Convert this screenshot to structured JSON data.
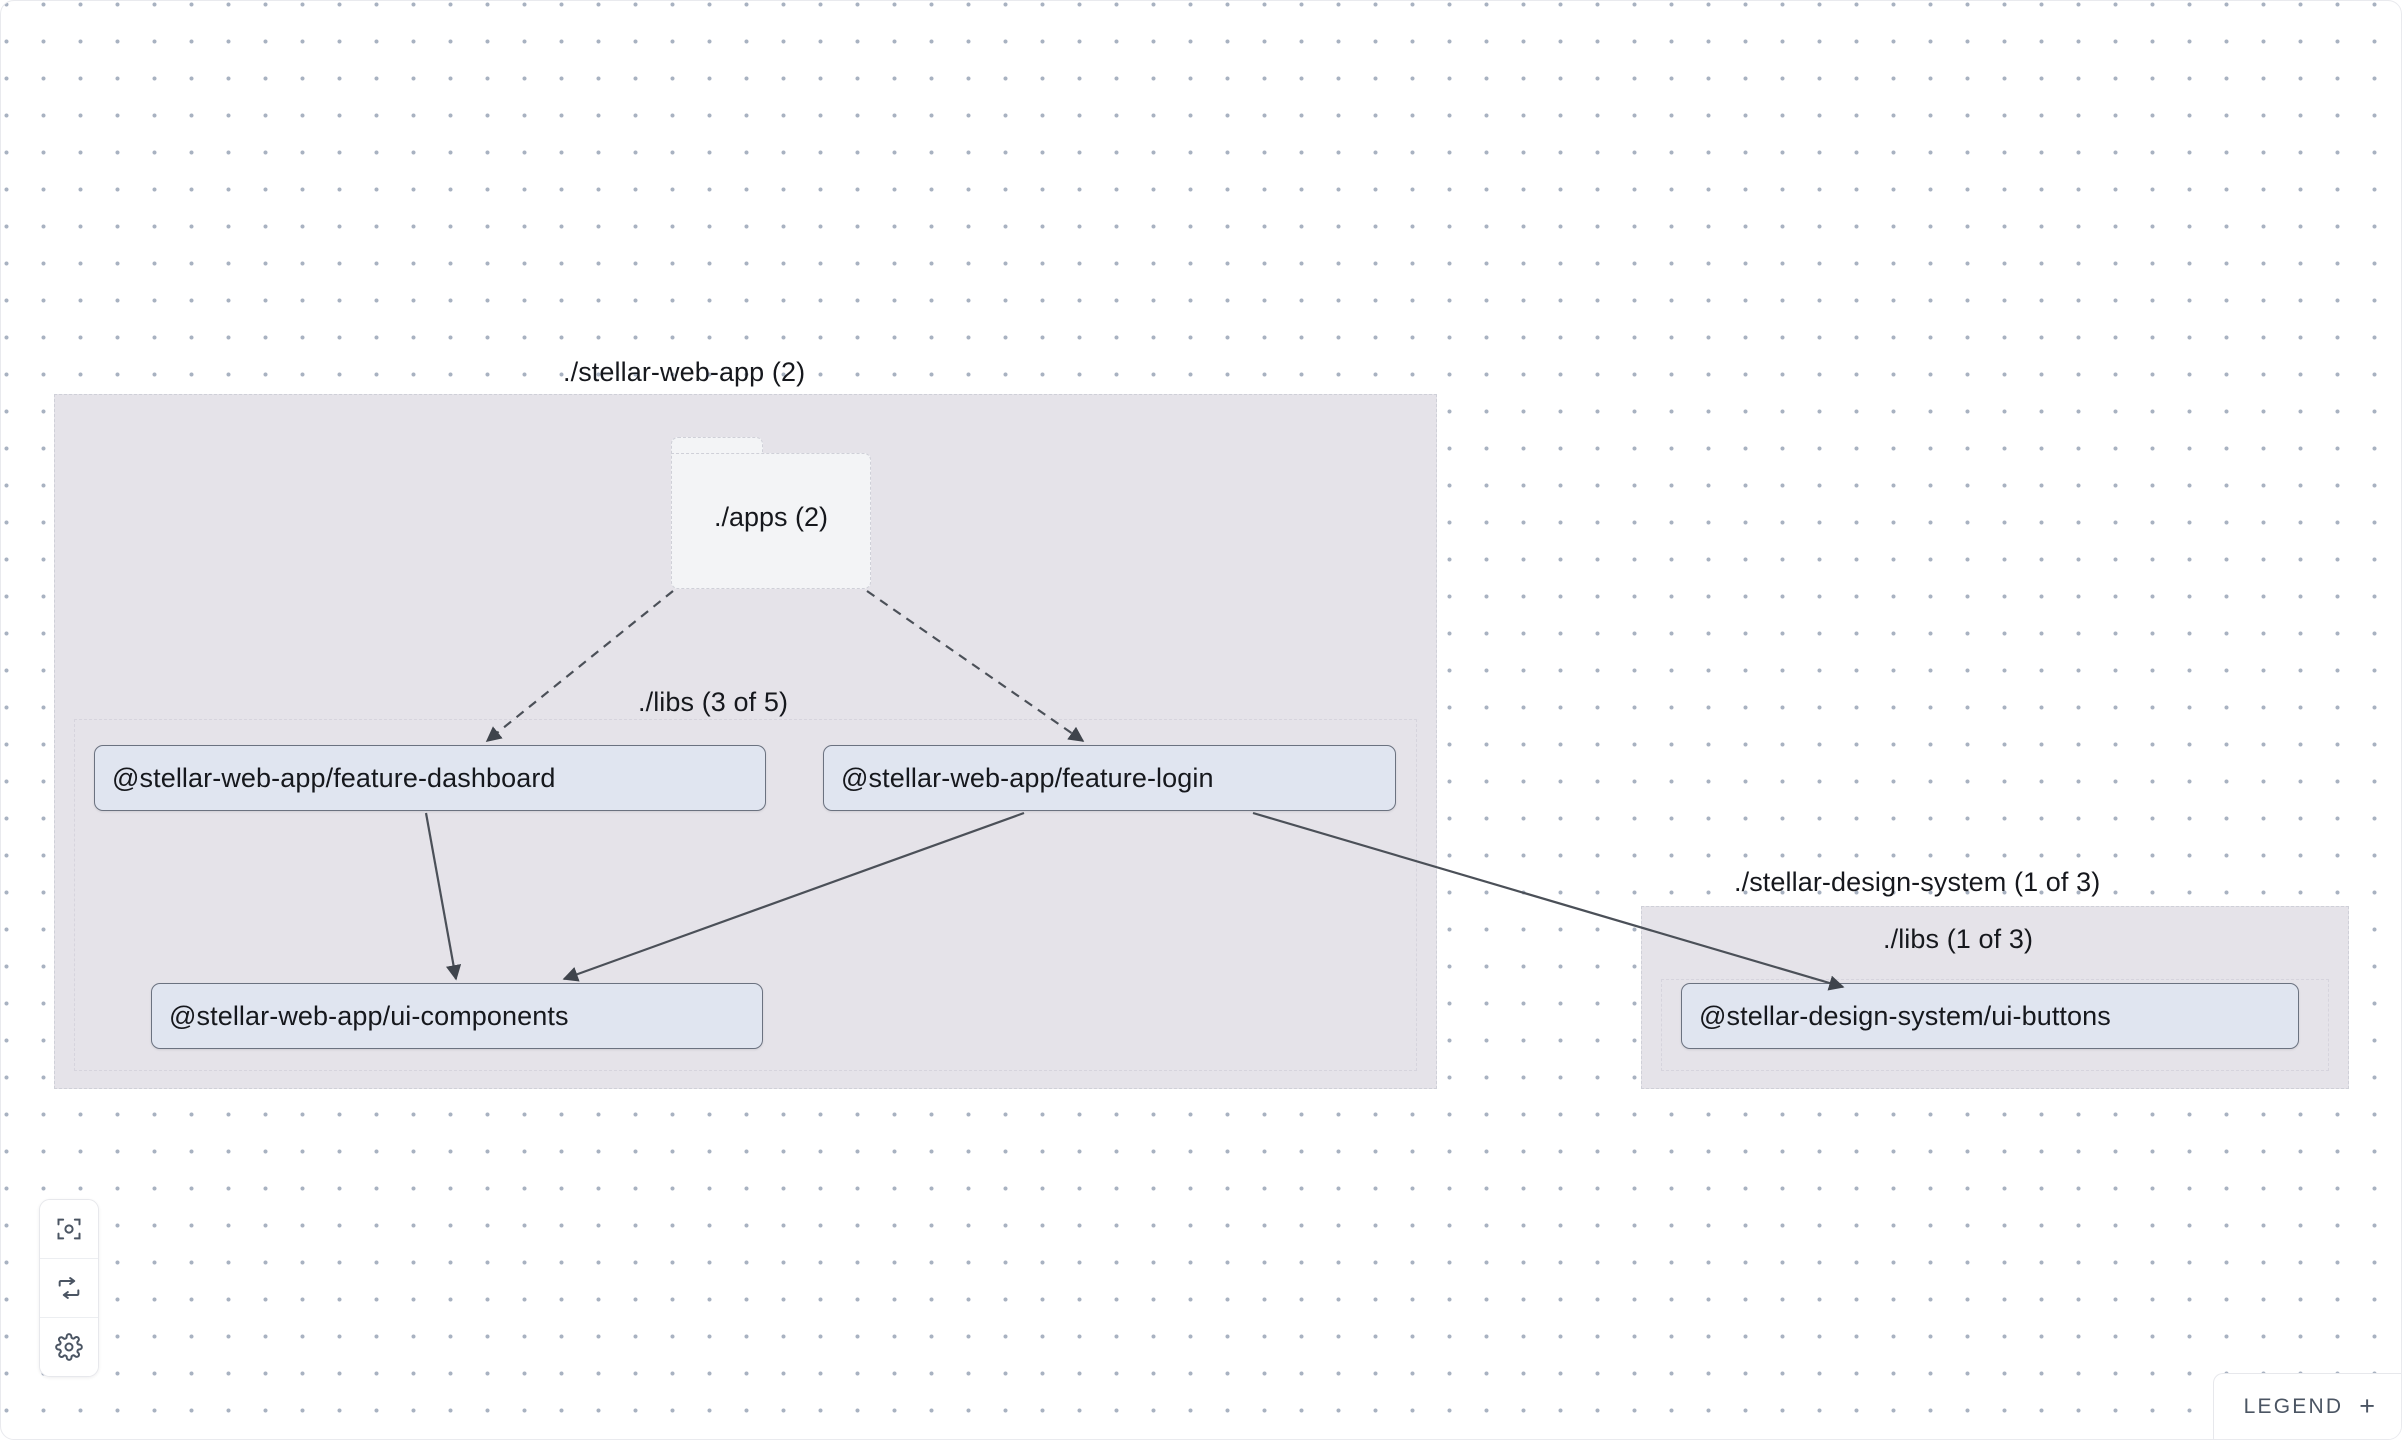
{
  "canvas": {
    "background_color": "#ffffff",
    "dot_color": "#a8b2c1",
    "group_fill": "#e5e3e9",
    "node_fill": "#e0e5f0",
    "node_border": "#6b7280",
    "folder_fill": "#f3f4f6",
    "edge_color": "#4b5058"
  },
  "groups": {
    "web_app": {
      "label": "./stellar-web-app (2)"
    },
    "web_app_libs": {
      "label": "./libs (3 of 5)"
    },
    "design_system": {
      "label": "./stellar-design-system (1 of 3)"
    },
    "design_system_libs": {
      "label": "./libs (1 of 3)"
    }
  },
  "folders": {
    "apps": {
      "label": "./apps (2)"
    }
  },
  "nodes": [
    {
      "id": "feature-dashboard",
      "label": "@stellar-web-app/feature-dashboard"
    },
    {
      "id": "feature-login",
      "label": "@stellar-web-app/feature-login"
    },
    {
      "id": "ui-components",
      "label": "@stellar-web-app/ui-components"
    },
    {
      "id": "ui-buttons",
      "label": "@stellar-design-system/ui-buttons"
    }
  ],
  "edges": [
    {
      "from": "apps",
      "to": "feature-dashboard",
      "style": "dashed"
    },
    {
      "from": "apps",
      "to": "feature-login",
      "style": "dashed"
    },
    {
      "from": "feature-dashboard",
      "to": "ui-components",
      "style": "solid"
    },
    {
      "from": "feature-login",
      "to": "ui-components",
      "style": "solid"
    },
    {
      "from": "feature-login",
      "to": "ui-buttons",
      "style": "solid"
    }
  ],
  "controls": [
    {
      "name": "focus-graph",
      "icon": "focus-icon"
    },
    {
      "name": "refresh-graph",
      "icon": "refresh-icon"
    },
    {
      "name": "graph-settings",
      "icon": "gear-icon"
    }
  ],
  "legend": {
    "label": "LEGEND",
    "expand_glyph": "+"
  }
}
